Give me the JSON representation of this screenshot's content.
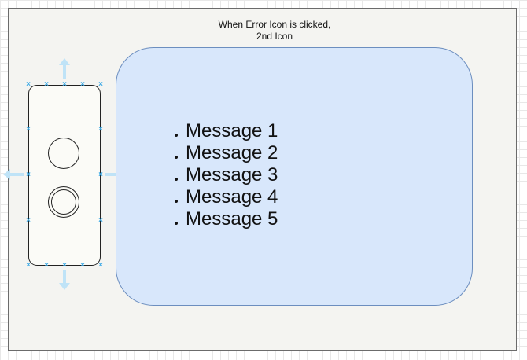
{
  "caption": {
    "line1": "When Error Icon is clicked,",
    "line2": "2nd Icon"
  },
  "messages": [
    "Message 1",
    "Message 2",
    "Message 3",
    "Message 4",
    "Message 5"
  ],
  "colors": {
    "canvas_grid": "#e8e8e8",
    "frame_fill": "#f4f4f1",
    "message_box_fill": "#d8e7fb",
    "message_box_stroke": "#6c8ebf",
    "selection_handle": "#3aa9e6",
    "move_arrow": "#bfe3f7"
  },
  "icons": {
    "selection_handle": "x-mark",
    "move_arrows": [
      "arrow-up",
      "arrow-down",
      "arrow-left",
      "arrow-right"
    ]
  }
}
